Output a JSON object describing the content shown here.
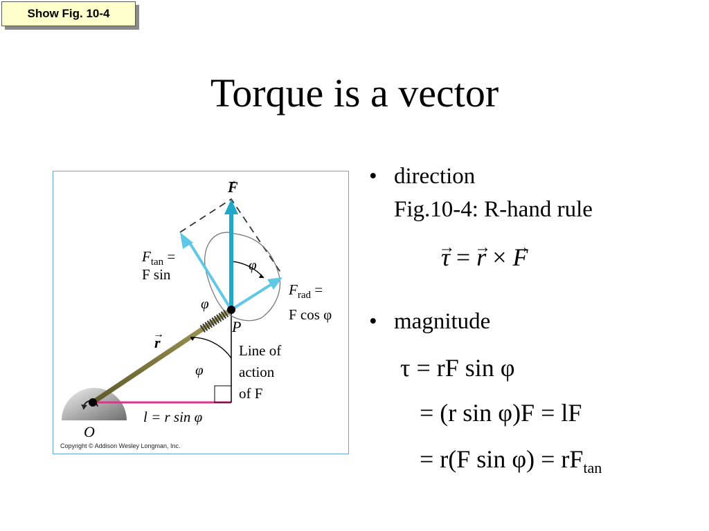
{
  "button": {
    "label": "Show Fig. 10-4"
  },
  "slide": {
    "title": "Torque is a vector"
  },
  "bullets": {
    "direction": {
      "marker": "•",
      "label": "direction",
      "sub": "Fig.10-4: R-hand rule"
    },
    "magnitude": {
      "marker": "•",
      "label": "magnitude"
    }
  },
  "equations": {
    "cross": {
      "lhs": "τ",
      "eq": " = ",
      "r": "r",
      "times": " × ",
      "F": "F"
    },
    "mag1": {
      "text": "τ = rF sin φ"
    },
    "mag2": {
      "text": "= (r sin φ)F = lF"
    },
    "mag3": {
      "text": "= r(F sin φ) = rF",
      "sub": "tan"
    }
  },
  "figure": {
    "labels": {
      "F": "F",
      "ftan1": "F",
      "ftan1_sub": "tan",
      "ftan1_eq": " =",
      "ftan2": "F sin",
      "frad1": "F",
      "frad1_sub": "rad",
      "frad1_eq": " =",
      "frad2": "F cos φ",
      "phi": "φ",
      "P": "P",
      "r": "r",
      "loa1": "Line of",
      "loa2": "action",
      "loa3": "of F",
      "lever": "l = r sin φ",
      "O": "O",
      "copyright": "Copyright © Addison Wesley Longman, Inc."
    },
    "colors": {
      "arrow": "#1fa8c9",
      "arrow_light": "#5ec8e6",
      "lever": "#e0338a",
      "rod": "#807a3c"
    }
  }
}
